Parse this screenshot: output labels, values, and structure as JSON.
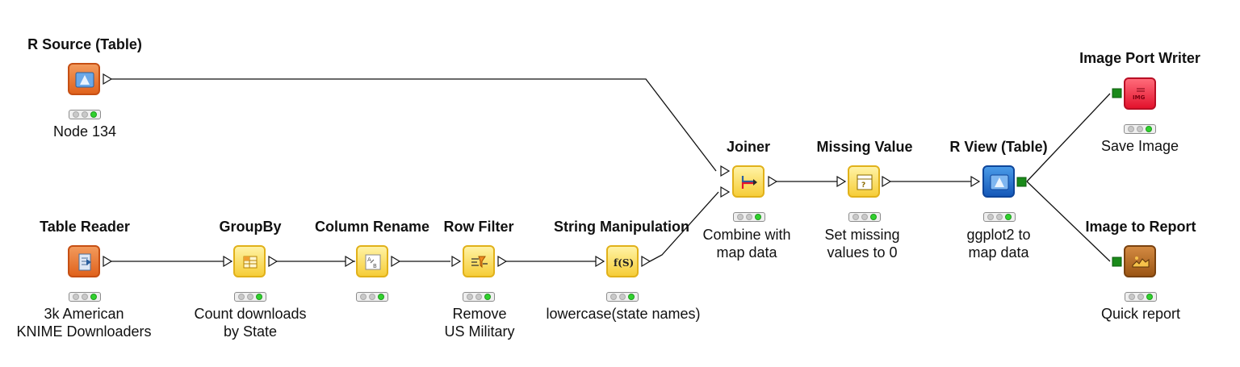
{
  "nodes": [
    {
      "id": "r-source",
      "title": "R Source (Table)",
      "label": [
        "Node 134"
      ],
      "icon": "r-icon",
      "color": "orange"
    },
    {
      "id": "table-reader",
      "title": "Table Reader",
      "label": [
        "3k American",
        "KNIME Downloaders"
      ],
      "icon": "table-reader-icon",
      "color": "orange"
    },
    {
      "id": "groupby",
      "title": "GroupBy",
      "label": [
        "Count downloads",
        "by State"
      ],
      "icon": "grid-icon",
      "color": "yellow"
    },
    {
      "id": "column-rename",
      "title": "Column Rename",
      "label": [],
      "icon": "rename-icon",
      "color": "yellow"
    },
    {
      "id": "row-filter",
      "title": "Row Filter",
      "label": [
        "Remove",
        "US Military"
      ],
      "icon": "filter-icon",
      "color": "yellow"
    },
    {
      "id": "string-manipulation",
      "title": "String Manipulation",
      "label": [
        "lowercase(state names)"
      ],
      "icon": "function-icon",
      "color": "yellow"
    },
    {
      "id": "joiner",
      "title": "Joiner",
      "label": [
        "Combine with",
        "map data"
      ],
      "icon": "join-icon",
      "color": "yellow"
    },
    {
      "id": "missing-value",
      "title": "Missing Value",
      "label": [
        "Set missing",
        "values to 0"
      ],
      "icon": "missing-value-icon",
      "color": "yellow"
    },
    {
      "id": "r-view",
      "title": "R View (Table)",
      "label": [
        "ggplot2 to",
        "map data"
      ],
      "icon": "r-icon",
      "color": "blue"
    },
    {
      "id": "image-port-writer",
      "title": "Image Port Writer",
      "label": [
        "Save Image"
      ],
      "icon": "image-writer-icon",
      "color": "red"
    },
    {
      "id": "image-to-report",
      "title": "Image to Report",
      "label": [
        "Quick report"
      ],
      "icon": "report-icon",
      "color": "brown"
    }
  ],
  "icon_text": {
    "writer": "IMG",
    "function": "f(S)"
  },
  "connections": [
    [
      "r-source",
      "joiner"
    ],
    [
      "table-reader",
      "groupby"
    ],
    [
      "groupby",
      "column-rename"
    ],
    [
      "column-rename",
      "row-filter"
    ],
    [
      "row-filter",
      "string-manipulation"
    ],
    [
      "string-manipulation",
      "joiner"
    ],
    [
      "joiner",
      "missing-value"
    ],
    [
      "missing-value",
      "r-view"
    ],
    [
      "r-view",
      "image-port-writer"
    ],
    [
      "r-view",
      "image-to-report"
    ]
  ],
  "colors": {
    "orange": "#e0621c",
    "yellow": "#f6cd38",
    "blue": "#1457b8",
    "red": "#e3122d",
    "brown": "#9b5514",
    "status_green": "#31d12e",
    "port_green": "#1a8a1a"
  }
}
